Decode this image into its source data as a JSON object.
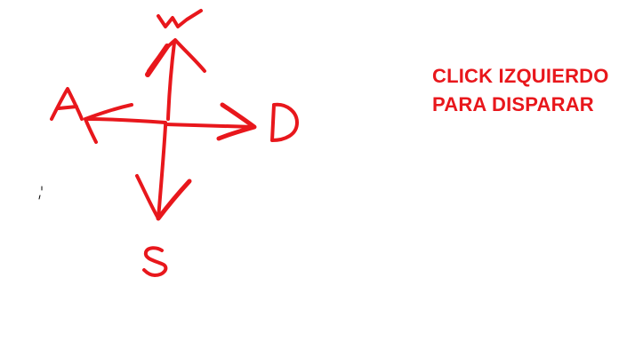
{
  "controls": {
    "up_key": "W",
    "left_key": "A",
    "right_key": "D",
    "down_key": "S"
  },
  "instructions": {
    "line1": "CLICK IZQUIERDO",
    "line2": "PARA DISPARAR"
  },
  "colors": {
    "ink": "#e8171c"
  }
}
